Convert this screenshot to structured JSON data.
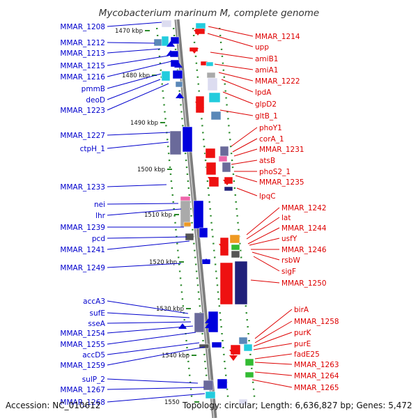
{
  "title": "Mycobacterium marinum M, complete genome",
  "footer": {
    "accession": "Accession: NC_010612",
    "topology": "Topology: circular; Length: 6,636,827 bp; Genes: 5,472"
  },
  "colors": {
    "left_label": "#0000cc",
    "right_label": "#dd0000",
    "backbone": "#9a9a9a",
    "tick": "#2a8a2a"
  },
  "kbp_ticks": [
    "1470 kbp",
    "1480 kbp",
    "1490 kbp",
    "1500 kbp",
    "1510 kbp",
    "1520 kbp",
    "1530 kbp",
    "1540 kbp",
    "1550"
  ],
  "left_labels": [
    "MMAR_1208",
    "MMAR_1212",
    "MMAR_1213",
    "MMAR_1215",
    "MMAR_1216",
    "pmmB",
    "deoD",
    "MMAR_1223",
    "MMAR_1227",
    "ctpH_1",
    "MMAR_1233",
    "nei",
    "lhr",
    "MMAR_1239",
    "pcd",
    "MMAR_1241",
    "MMAR_1249",
    "accA3",
    "sufE",
    "sseA",
    "MMAR_1254",
    "MMAR_1255",
    "accD5",
    "MMAR_1259",
    "sulP_2",
    "MMAR_1267",
    "MMAR_1268"
  ],
  "right_labels": [
    "MMAR_1214",
    "upp",
    "amiB1",
    "amiA1",
    "MMAR_1222",
    "lpdA",
    "glpD2",
    "gltB_1",
    "phoY1",
    "corA_1",
    "MMAR_1231",
    "atsB",
    "phoS2_1",
    "MMAR_1235",
    "lpqC",
    "MMAR_1242",
    "lat",
    "MMAR_1244",
    "usfY",
    "MMAR_1246",
    "rsbW",
    "sigF",
    "MMAR_1250",
    "birA",
    "MMAR_1258",
    "purK",
    "purE",
    "fadE25",
    "MMAR_1263",
    "MMAR_1264",
    "MMAR_1265"
  ]
}
